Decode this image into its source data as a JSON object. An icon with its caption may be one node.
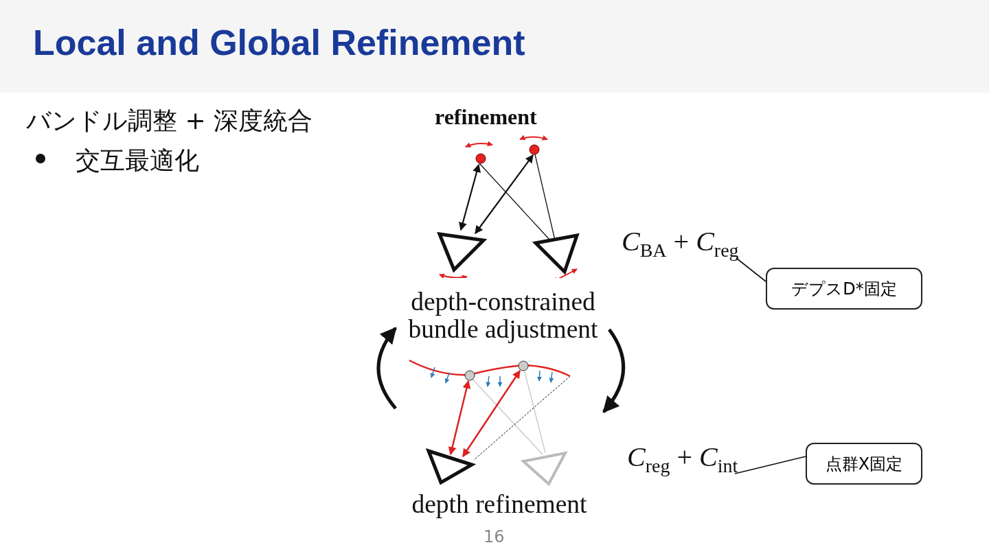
{
  "diagram": {
    "title": "Local and Global Refinement",
    "nodes": [
      {
        "text": [
          "depth-constrained bundle adjustment"
        ]
      },
      {
        "text": [
          "depth refinement"
        ]
      },
      {
        "text": [
          "*C*$_{BA}$ + *C*$_{reg}$"
        ]
      },
      {
        "text": [
          "デプスD*固定"
        ]
      },
      {
        "text": [
          "*C*$_{reg}$ + *C*$_{int}$"
        ]
      },
      {
        "text": [
          "点群X固定"
        ]
      }
    ],
    "edges": [
      {
        "from": 0,
        "to": 1,
        "arrow": "to",
        "style": "thick"
      },
      {
        "from": 1,
        "to": 0,
        "arrow": "to",
        "style": "thick"
      },
      {
        "from": 3,
        "to": 2,
        "arrow": "none"
      },
      {
        "from": 5,
        "to": 4,
        "arrow": "none"
      }
    ],
    "labels": [
      "バンドル調整 + 深度統合",
      "交互最適化",
      "refinement",
      "16"
    ]
  }
}
